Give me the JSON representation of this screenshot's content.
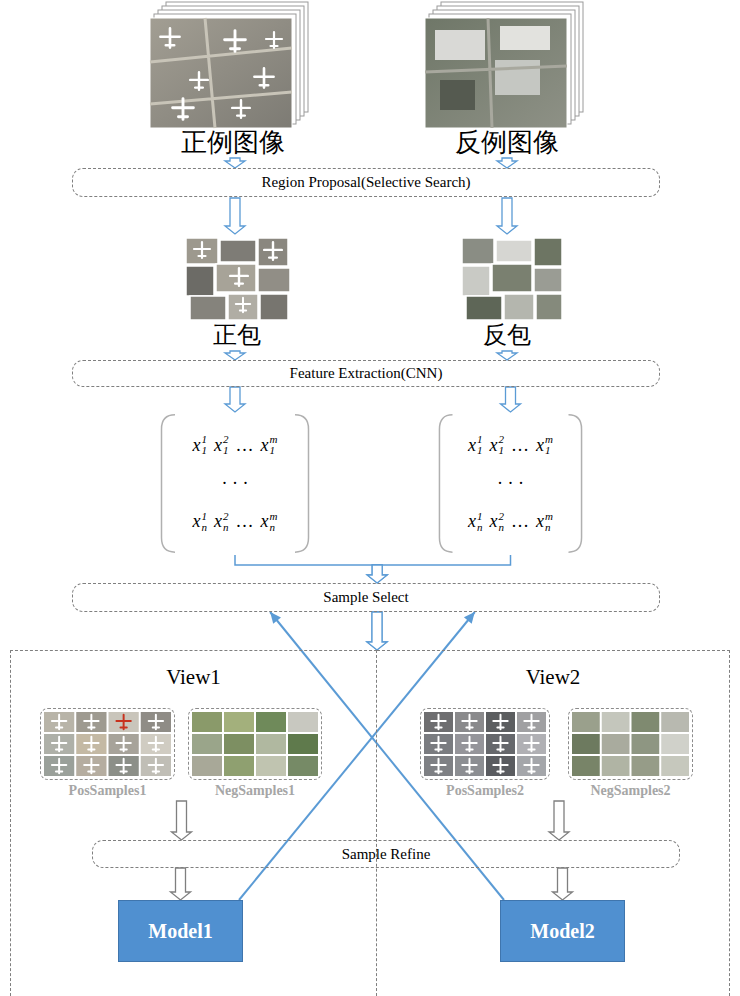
{
  "diagram": {
    "nodes": [
      {
        "text": [
          "Region Proposal(Selective Search)"
        ]
      },
      {
        "text": [
          "Feature Extraction(CNN)"
        ]
      },
      {
        "text": [
          "x",
          "1",
          "1",
          "x",
          "1",
          "2",
          "…",
          "x",
          "1",
          "m",
          "· · ·",
          "x",
          "n",
          "1",
          "x",
          "n",
          "2",
          "…",
          "x",
          "n",
          "m"
        ]
      },
      {
        "text": [
          "x",
          "1",
          "1",
          "x",
          "1",
          "2",
          "…",
          "x",
          "1",
          "m",
          "· · ·",
          "x",
          "n",
          "1",
          "x",
          "n",
          "2",
          "…",
          "x",
          "n",
          "m"
        ]
      },
      {
        "text": [
          "Sample Select"
        ]
      },
      {
        "text": [
          "View1"
        ]
      },
      {
        "text": [
          "View2"
        ]
      },
      {
        "text": [
          "PosSamples1"
        ],
        "in": 5
      },
      {
        "text": [
          "NegSamples1"
        ],
        "in": 5
      },
      {
        "text": [
          "PosSamples2"
        ],
        "in": 6
      },
      {
        "text": [
          "NegSamples2"
        ],
        "in": 6
      },
      {
        "text": [
          "Sample Refine"
        ]
      },
      {
        "text": [
          "Model1"
        ],
        "in": 5
      },
      {
        "text": [
          "Model2"
        ],
        "in": 6
      }
    ],
    "edges": [
      {
        "from": 1,
        "to": 2,
        "arrow": "to"
      },
      {
        "from": 1,
        "to": 3,
        "arrow": "to"
      },
      {
        "from": 2,
        "to": 4,
        "arrow": "to"
      },
      {
        "from": 3,
        "to": 4,
        "arrow": "to"
      },
      {
        "from": 4,
        "to": 5,
        "arrow": "to"
      },
      {
        "from": 4,
        "to": 6,
        "arrow": "to"
      },
      {
        "from": 7,
        "to": 11,
        "arrow": "to"
      },
      {
        "from": 9,
        "to": 11,
        "arrow": "to"
      },
      {
        "from": 11,
        "to": 12,
        "arrow": "to"
      },
      {
        "from": 11,
        "to": 13,
        "arrow": "to"
      },
      {
        "from": 12,
        "to": 4,
        "arrow": "to"
      },
      {
        "from": 13,
        "to": 4,
        "arrow": "to"
      }
    ],
    "labels": [
      "正例图像",
      "反例图像",
      "正包",
      "反包"
    ]
  }
}
